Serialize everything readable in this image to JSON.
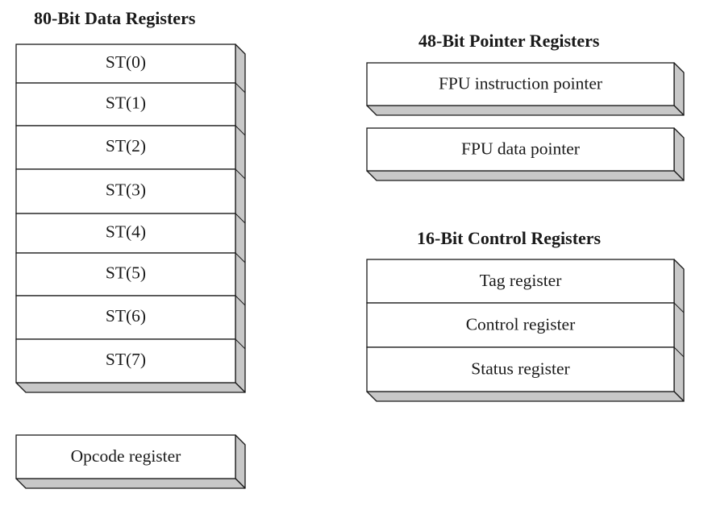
{
  "data_registers": {
    "heading": "80-Bit Data Registers",
    "registers": [
      "ST(0)",
      "ST(1)",
      "ST(2)",
      "ST(3)",
      "ST(4)",
      "ST(5)",
      "ST(6)",
      "ST(7)"
    ]
  },
  "opcode_register": {
    "label": "Opcode register"
  },
  "pointer_registers": {
    "heading": "48-Bit Pointer Registers",
    "registers": [
      "FPU instruction pointer",
      "FPU data pointer"
    ]
  },
  "control_registers": {
    "heading": "16-Bit Control Registers",
    "registers": [
      "Tag register",
      "Control register",
      "Status register"
    ]
  },
  "colors": {
    "face": "#ffffff",
    "shade": "#c8c8c8",
    "stroke": "#1a1a1a"
  }
}
